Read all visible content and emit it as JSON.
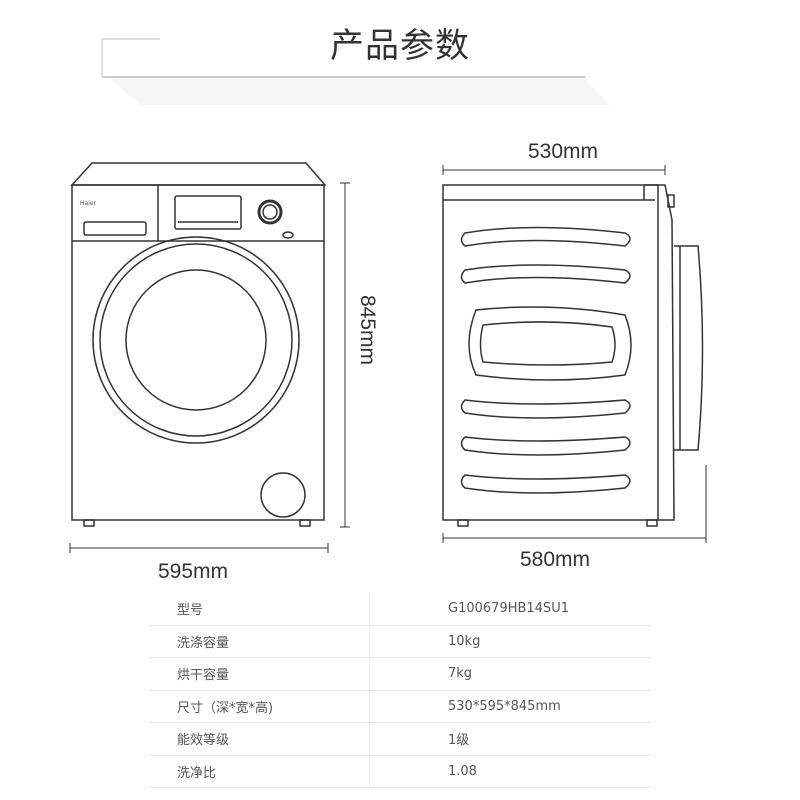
{
  "header": {
    "title": "产品参数"
  },
  "dimensions": {
    "height": "845mm",
    "width": "595mm",
    "depth_top": "530mm",
    "depth_bottom": "580mm"
  },
  "specs": [
    {
      "label": "型号",
      "value": "G100679HB14SU1"
    },
    {
      "label": "洗涤容量",
      "value": "10kg"
    },
    {
      "label": "烘干容量",
      "value": "7kg"
    },
    {
      "label": "尺寸（深*宽*高)",
      "value": "530*595*845mm"
    },
    {
      "label": "能效等级",
      "value": "1级"
    },
    {
      "label": "洗净比",
      "value": "1.08"
    }
  ],
  "brand_logo": "Haier"
}
